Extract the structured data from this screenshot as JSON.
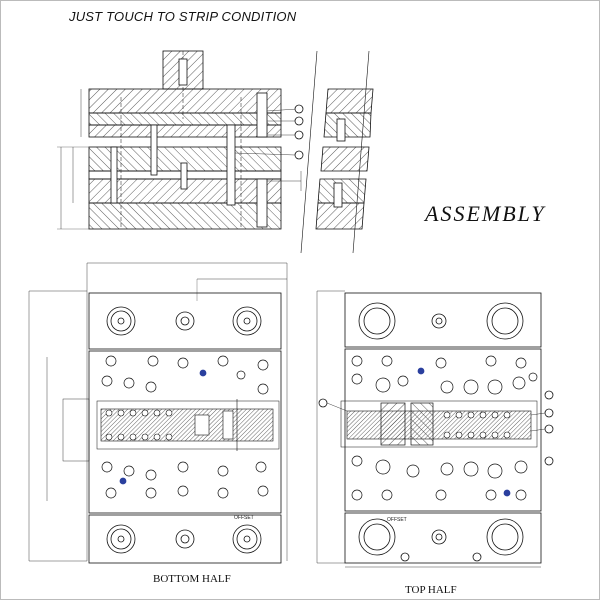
{
  "titles": {
    "strip_condition": "JUST TOUCH TO STRIP CONDITION",
    "assembly": "ASSEMBLY"
  },
  "captions": {
    "bottom_half": "BOTTOM HALF",
    "top_half": "TOP HALF"
  },
  "labels": {
    "offset_bottom": "OFFSET",
    "offset_top": "OFFSET"
  },
  "colors": {
    "line": "#111111",
    "hatch": "#333333",
    "accent_blue": "#2a3f9e"
  }
}
